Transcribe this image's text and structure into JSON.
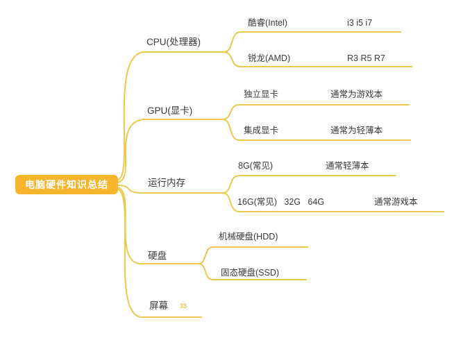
{
  "root": {
    "label": "电脑硬件知识总结"
  },
  "branches": [
    {
      "label": "CPU(处理器)",
      "children": [
        {
          "label": "酷睿(Intel)",
          "detail": "i3 i5 i7"
        },
        {
          "label": "锐龙(AMD)",
          "detail": "R3 R5 R7"
        }
      ]
    },
    {
      "label": "GPU(显卡)",
      "children": [
        {
          "label": "独立显卡",
          "detail": "通常为游戏本"
        },
        {
          "label": "集成显卡",
          "detail": "通常为轻薄本"
        }
      ]
    },
    {
      "label": "运行内存",
      "children": [
        {
          "label": "8G(常见)",
          "detail": "通常轻薄本"
        },
        {
          "label": "16G(常见)   32G   64G",
          "detail": "通常游戏本"
        }
      ]
    },
    {
      "label": "硬盘",
      "children": [
        {
          "label": "机械硬盘(HDD)",
          "detail": ""
        },
        {
          "label": "固态硬盘(SSD)",
          "detail": ""
        }
      ]
    },
    {
      "label": "屏幕",
      "badge": "33",
      "children": []
    }
  ],
  "colors": {
    "line": "#EAC94B",
    "root_fill": "#F7B52D",
    "root_text": "#FFFFFF",
    "text": "#3A3A3A",
    "badge_text": "#E3C348"
  }
}
